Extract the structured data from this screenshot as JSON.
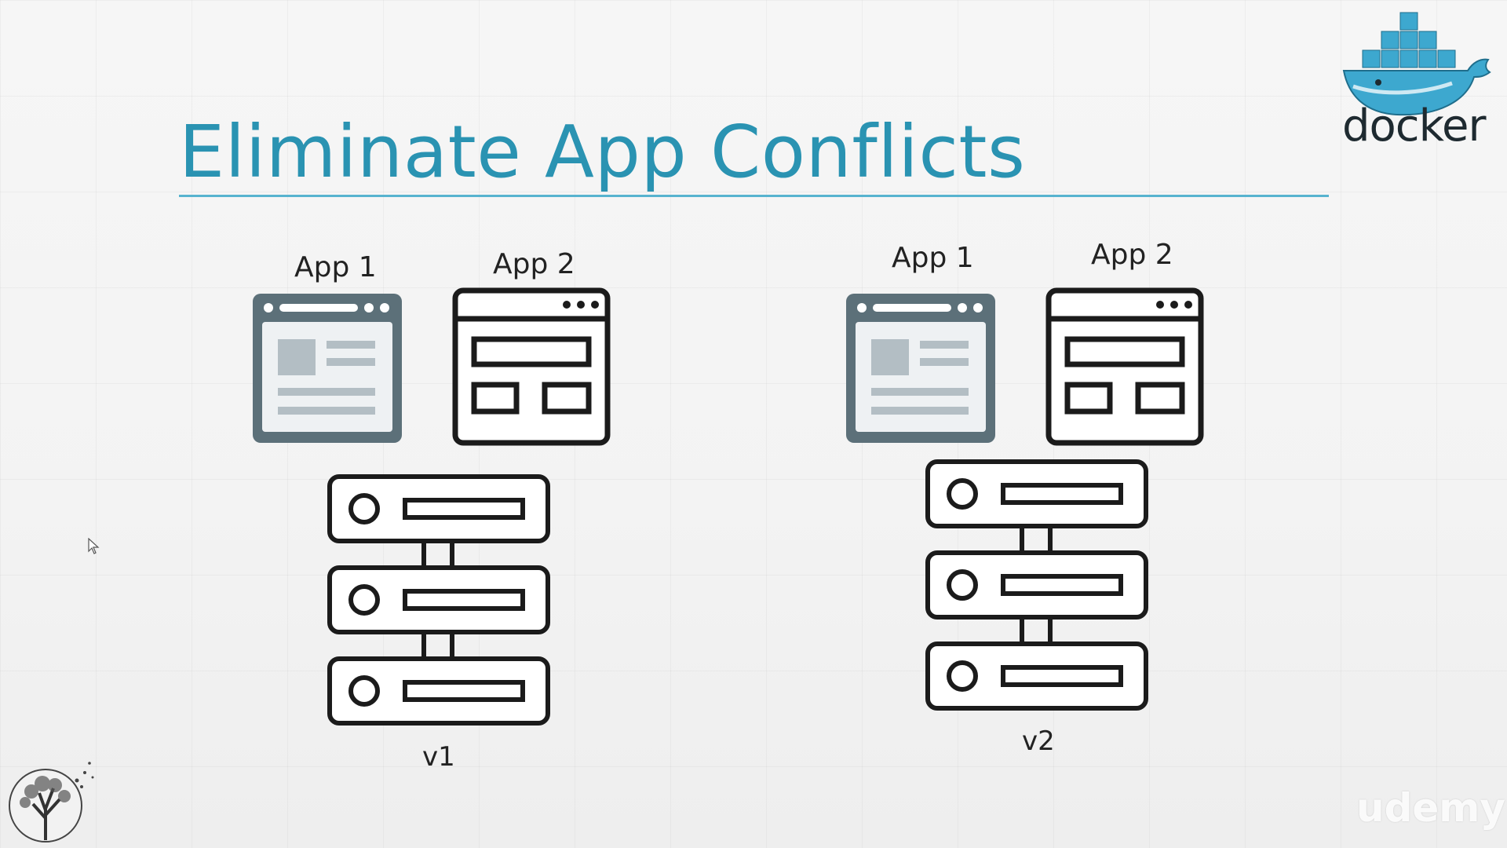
{
  "slide": {
    "title": "Eliminate App Conflicts"
  },
  "left_stack": {
    "app1_label": "App 1",
    "app2_label": "App 2",
    "version": "v1"
  },
  "right_stack": {
    "app1_label": "App 1",
    "app2_label": "App 2",
    "version": "v2"
  },
  "branding": {
    "docker_wordmark": "docker",
    "watermark": "udemy"
  },
  "icons": {
    "app1": "browser-window-icon",
    "app2": "app-layout-window-icon",
    "server": "server-icon",
    "logo": "docker-whale-icon",
    "seal": "tree-seal-icon",
    "cursor": "mouse-pointer-icon"
  },
  "colors": {
    "title": "#2a93b2",
    "rule": "#57b3cf",
    "app1_frame": "#5c7079",
    "app1_fill": "#eef1f3",
    "app1_content": "#b3bec4",
    "outline": "#1b1b1b",
    "docker_blue": "#3da8cf"
  }
}
